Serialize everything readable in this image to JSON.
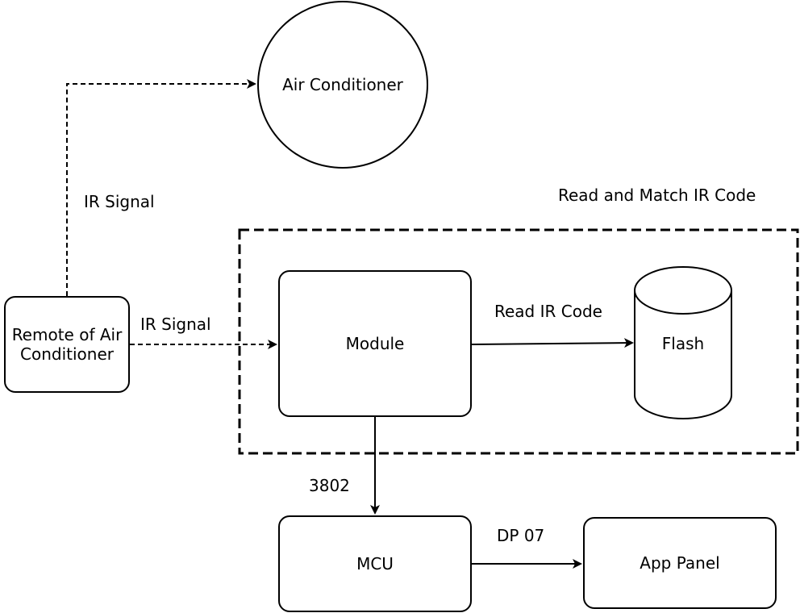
{
  "nodes": {
    "air_conditioner": "Air Conditioner",
    "remote": "Remote of Air Conditioner",
    "module": "Module",
    "flash": "Flash",
    "mcu": "MCU",
    "app_panel": "App Panel"
  },
  "labels": {
    "group": "Read and Match IR Code",
    "ir_signal_top": "IR Signal",
    "ir_signal_side": "IR Signal",
    "read_ir_code": "Read IR Code",
    "code_3802": "3802",
    "dp_07": "DP 07"
  }
}
